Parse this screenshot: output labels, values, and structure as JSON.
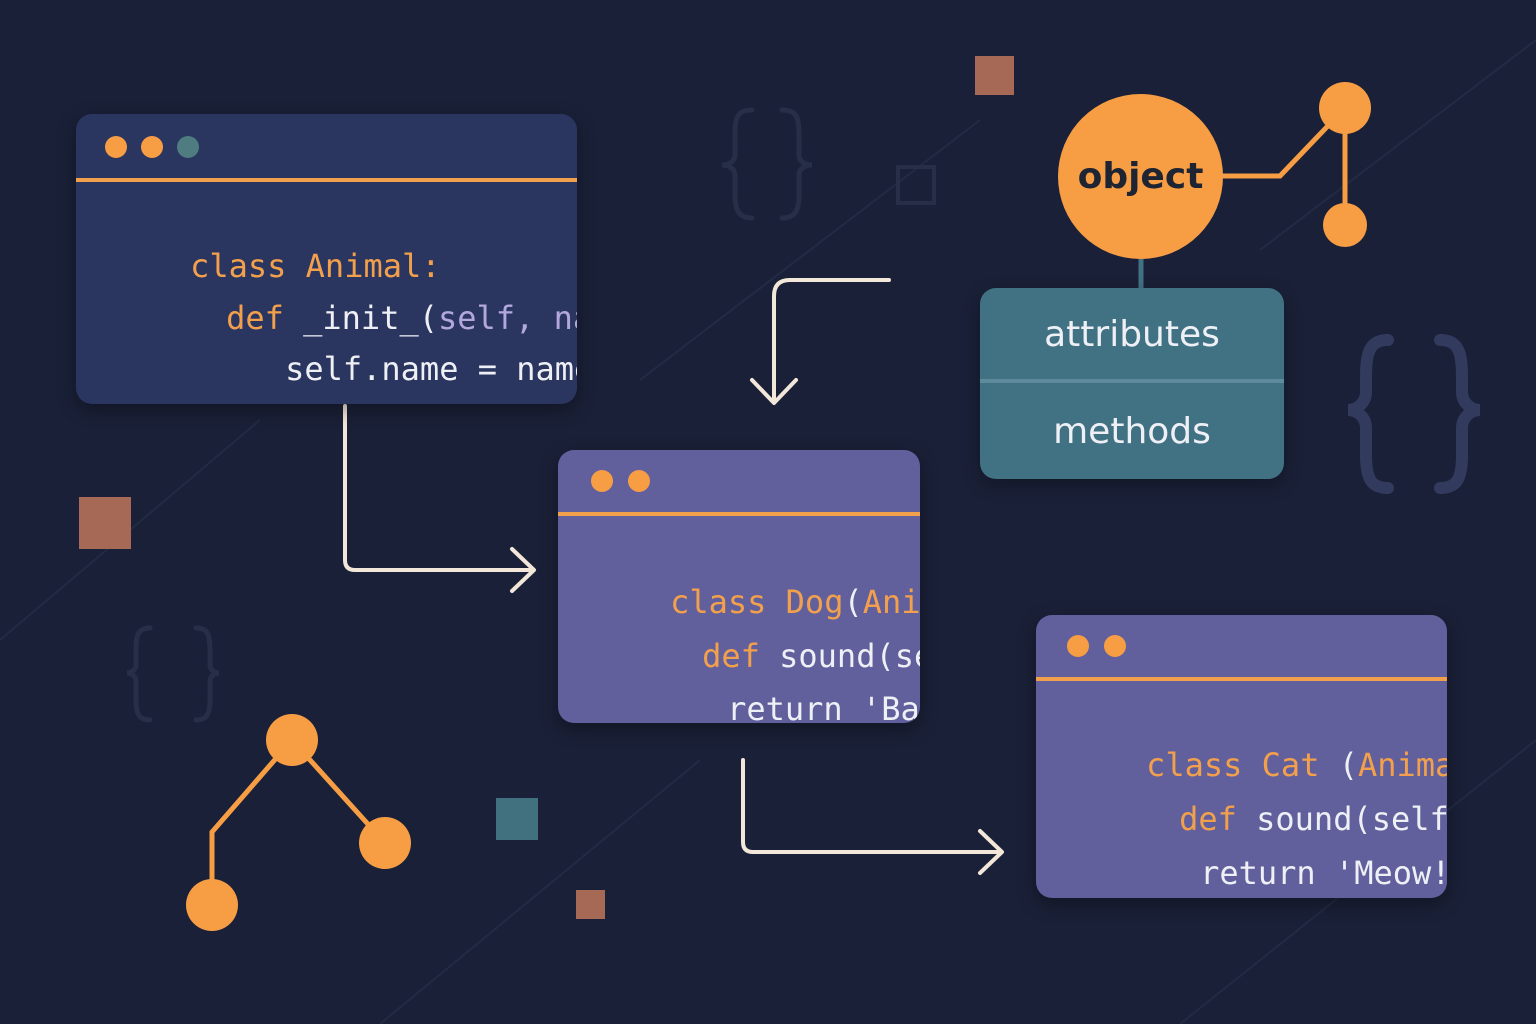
{
  "colors": {
    "background": "#1a2037",
    "accent_orange": "#f79e45",
    "window_dark": "#2b3660",
    "window_purple": "#62609c",
    "teal_box": "#417284",
    "arrow": "#f3e7da"
  },
  "animal_window": {
    "line1": {
      "kw": "class",
      "name": "Animal:"
    },
    "line2": {
      "kw": "def",
      "fn": "_init_(",
      "p1": "self,",
      "p2": "name",
      "close": ")"
    },
    "line3": {
      "text": "self.name = name"
    }
  },
  "dog_window": {
    "line1": {
      "kw": "class",
      "name": "Dog",
      "paren_open": "(",
      "parent": "Animal",
      "paren_close": "):"
    },
    "line2": {
      "kw": "def",
      "rest": "sound(self):"
    },
    "line3": {
      "text": "return 'Bark!'"
    }
  },
  "cat_window": {
    "line1": {
      "kw": "class",
      "name": "Cat",
      "paren_open": "(",
      "parent": "Animal",
      "paren_close": "):"
    },
    "line2": {
      "kw": "def",
      "rest": "sound(self):"
    },
    "line3": {
      "text": "return 'Meow!'"
    }
  },
  "object_node": {
    "label": "object",
    "rows": [
      "attributes",
      "methods"
    ]
  },
  "icons": [
    "curly-braces-icon",
    "tree-graph-icon",
    "window-dot-icon",
    "arrow-icon"
  ]
}
